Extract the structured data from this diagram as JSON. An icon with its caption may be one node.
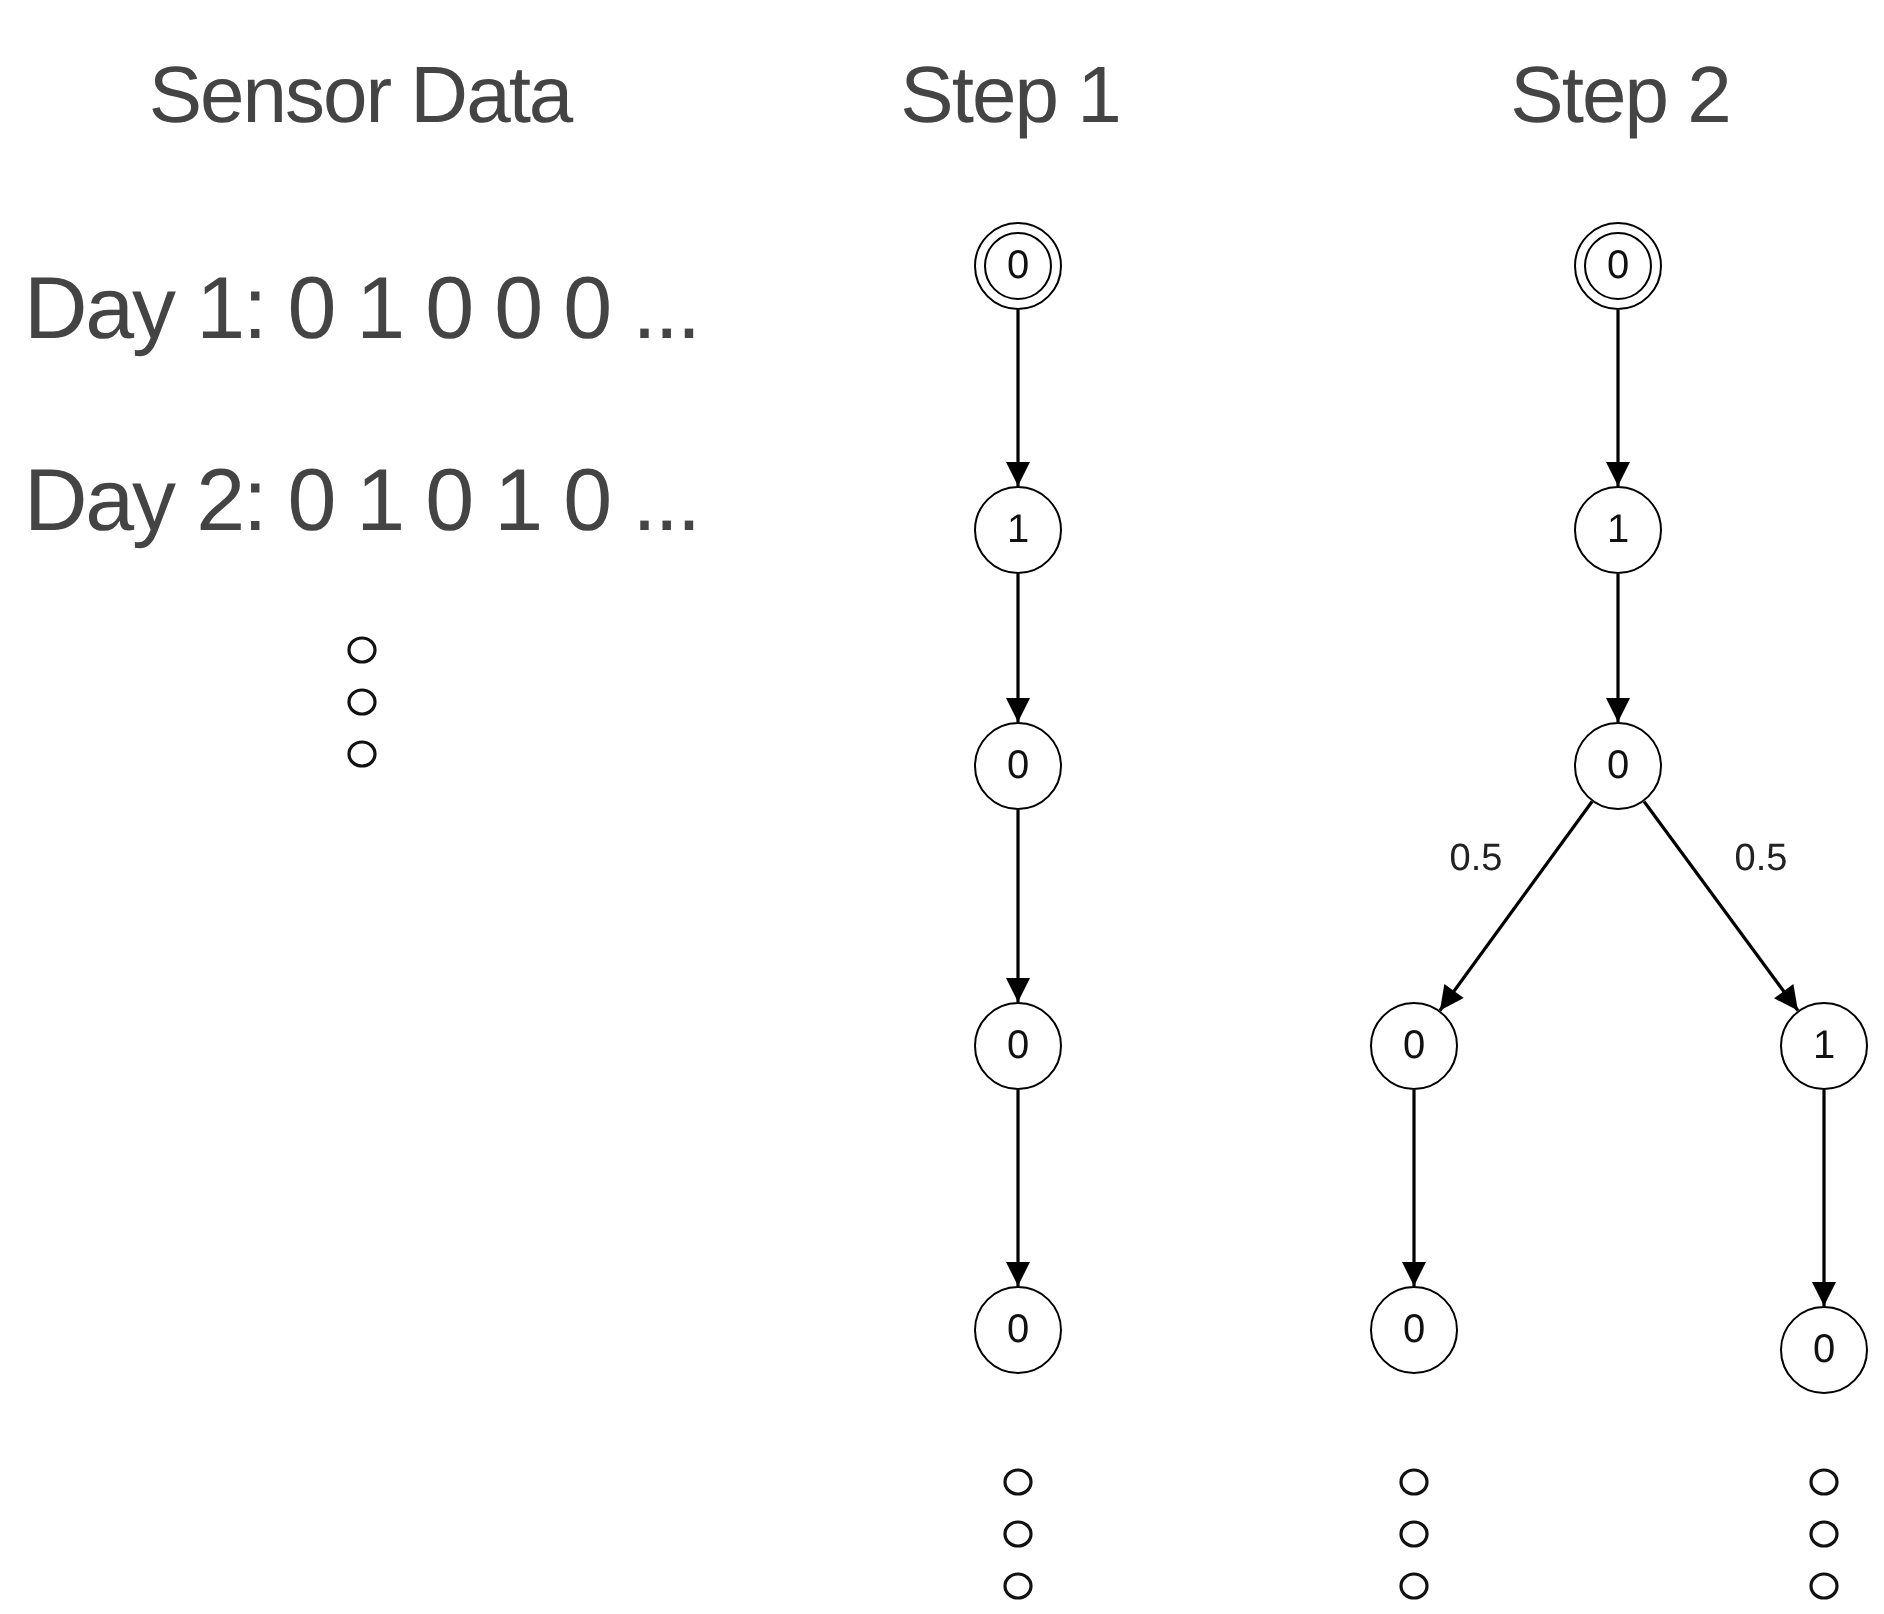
{
  "diagram": {
    "nodes": [
      {
        "text": [
          "0"
        ]
      },
      {
        "text": [
          "1"
        ]
      },
      {
        "text": [
          "0"
        ]
      },
      {
        "text": [
          "0"
        ]
      },
      {
        "text": [
          "0"
        ]
      },
      {
        "text": [
          "0"
        ]
      },
      {
        "text": [
          "1"
        ]
      },
      {
        "text": [
          "0"
        ]
      },
      {
        "text": [
          "0"
        ]
      },
      {
        "text": [
          "1"
        ]
      },
      {
        "text": [
          "0"
        ]
      },
      {
        "text": [
          "0"
        ]
      }
    ],
    "edges": [
      {
        "from": 0,
        "to": 1,
        "arrow": "to"
      },
      {
        "from": 1,
        "to": 2,
        "arrow": "to"
      },
      {
        "from": 2,
        "to": 3,
        "arrow": "to"
      },
      {
        "from": 3,
        "to": 4,
        "arrow": "to"
      },
      {
        "from": 5,
        "to": 6,
        "arrow": "to"
      },
      {
        "from": 6,
        "to": 7,
        "arrow": "to"
      },
      {
        "from": 7,
        "to": 8,
        "arrow": "to",
        "label": "0.5"
      },
      {
        "from": 7,
        "to": 9,
        "arrow": "to",
        "label": "0.5"
      },
      {
        "from": 8,
        "to": 10,
        "arrow": "to"
      },
      {
        "from": 9,
        "to": 11,
        "arrow": "to"
      }
    ],
    "labels": [
      "Sensor Data",
      "Step 1",
      "Step 2",
      "Day 1: 0 1 0 0 0 ...",
      "Day 2: 0 1 0 1 0 ..."
    ]
  }
}
